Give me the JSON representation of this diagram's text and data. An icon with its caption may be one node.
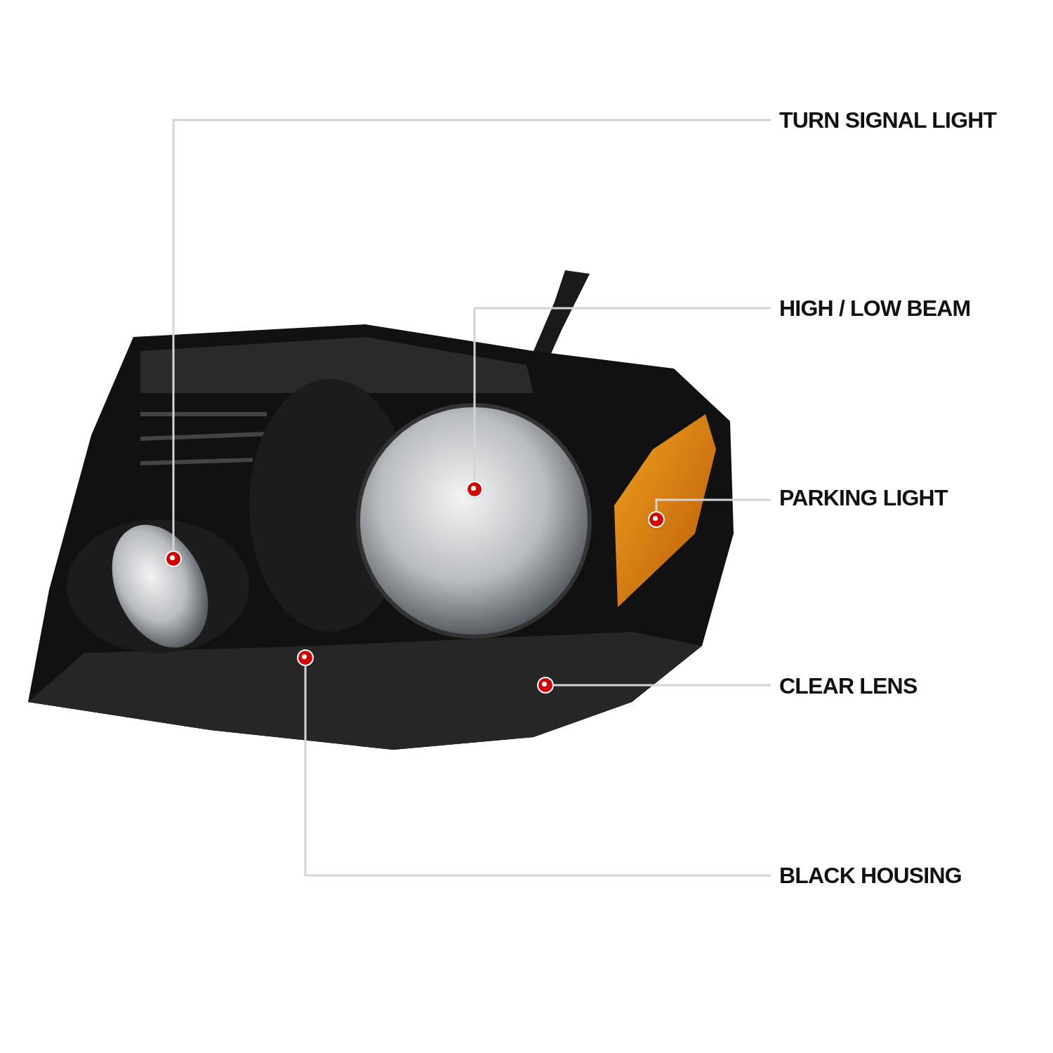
{
  "diagram": {
    "nodes": [
      {
        "text": [
          "TURN SIGNAL LIGHT"
        ]
      },
      {
        "text": [
          "HIGH / LOW BEAM"
        ]
      },
      {
        "text": [
          "PARKING LIGHT"
        ]
      },
      {
        "text": [
          "CLEAR LENS"
        ]
      },
      {
        "text": [
          "BLACK HOUSING"
        ]
      },
      {
        "text": [],
        "shape": "circle"
      },
      {
        "text": [],
        "shape": "circle"
      },
      {
        "text": [],
        "shape": "circle"
      },
      {
        "text": [],
        "shape": "circle"
      },
      {
        "text": [],
        "shape": "circle"
      }
    ],
    "edges": [
      {
        "from": 0,
        "to": 5,
        "arrow": "none"
      },
      {
        "from": 1,
        "to": 6,
        "arrow": "none"
      },
      {
        "from": 2,
        "to": 7,
        "arrow": "none"
      },
      {
        "from": 3,
        "to": 8,
        "arrow": "none"
      },
      {
        "from": 4,
        "to": 9,
        "arrow": "none"
      }
    ]
  }
}
